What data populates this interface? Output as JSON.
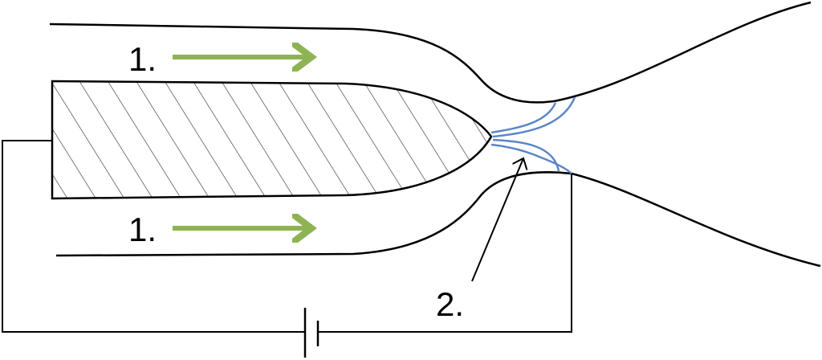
{
  "labels": {
    "flow_top": "1.",
    "flow_bottom": "1.",
    "jet": "2."
  },
  "colors": {
    "outline": "#000000",
    "flow_arrow": "#8db353",
    "stream": "#5b86c6",
    "hatch": "#333333"
  }
}
